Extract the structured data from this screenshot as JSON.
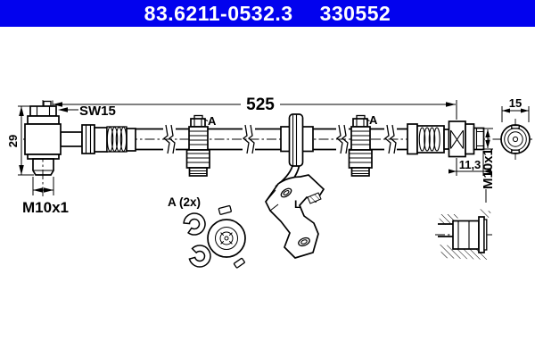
{
  "header": {
    "part_number": "83.6211-0532.3",
    "reference_number": "330552"
  },
  "colors": {
    "header_bg": "#0202ee",
    "header_text": "#ffffff",
    "line": "#000000",
    "background": "#ffffff"
  },
  "drawing": {
    "dims": {
      "overall_length": "525",
      "banjo_height": "29",
      "banjo_thread": "M10x1",
      "hex_flats": "SW15",
      "female_thread": "M10x1",
      "female_depth": "11,3",
      "end_width": "15"
    },
    "labels": {
      "clip_1": "A",
      "clip_2": "A",
      "clip_detail": "A (2x)",
      "bracket_mark": "L"
    }
  }
}
